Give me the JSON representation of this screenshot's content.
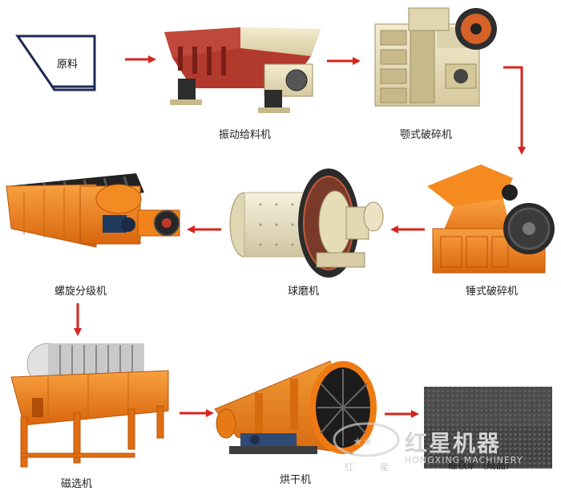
{
  "raw_material": "原料",
  "stages": {
    "vibrating_feeder": "振动给料机",
    "jaw_crusher": "颚式破碎机",
    "hammer_crusher": "锤式破碎机",
    "ball_mill": "球磨机",
    "spiral_classifier": "螺旋分级机",
    "magnetic_separator": "磁选机",
    "dryer": "烘干机",
    "product": "磁铁矿（成品）"
  },
  "watermark": {
    "brand_cn": "红星机器",
    "brand_en": "HONGXING MACHINERY",
    "small_left": "红",
    "small_right": "星"
  },
  "colors": {
    "arrow": "#d9241c",
    "machine_orange": "#f07a12",
    "feeder_red": "#b23a2c",
    "cream": "#e9dfb5",
    "steel": "#3a3a3a"
  }
}
